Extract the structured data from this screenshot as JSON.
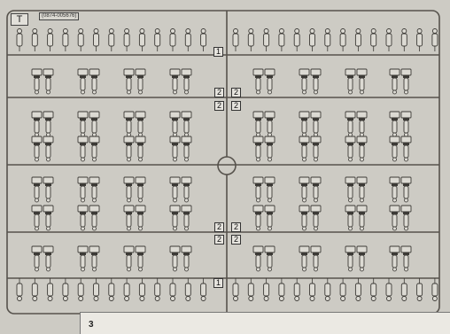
{
  "sheet": {
    "letter": "T",
    "code": "(0874-005676)",
    "panel_number": "3"
  },
  "part_numbers": {
    "one": "1",
    "two": "2"
  },
  "colors": {
    "background": "#cdcbc4",
    "frame": "#56524c",
    "part_stroke": "#3c3a36",
    "part_fill": "#dcdad3"
  }
}
